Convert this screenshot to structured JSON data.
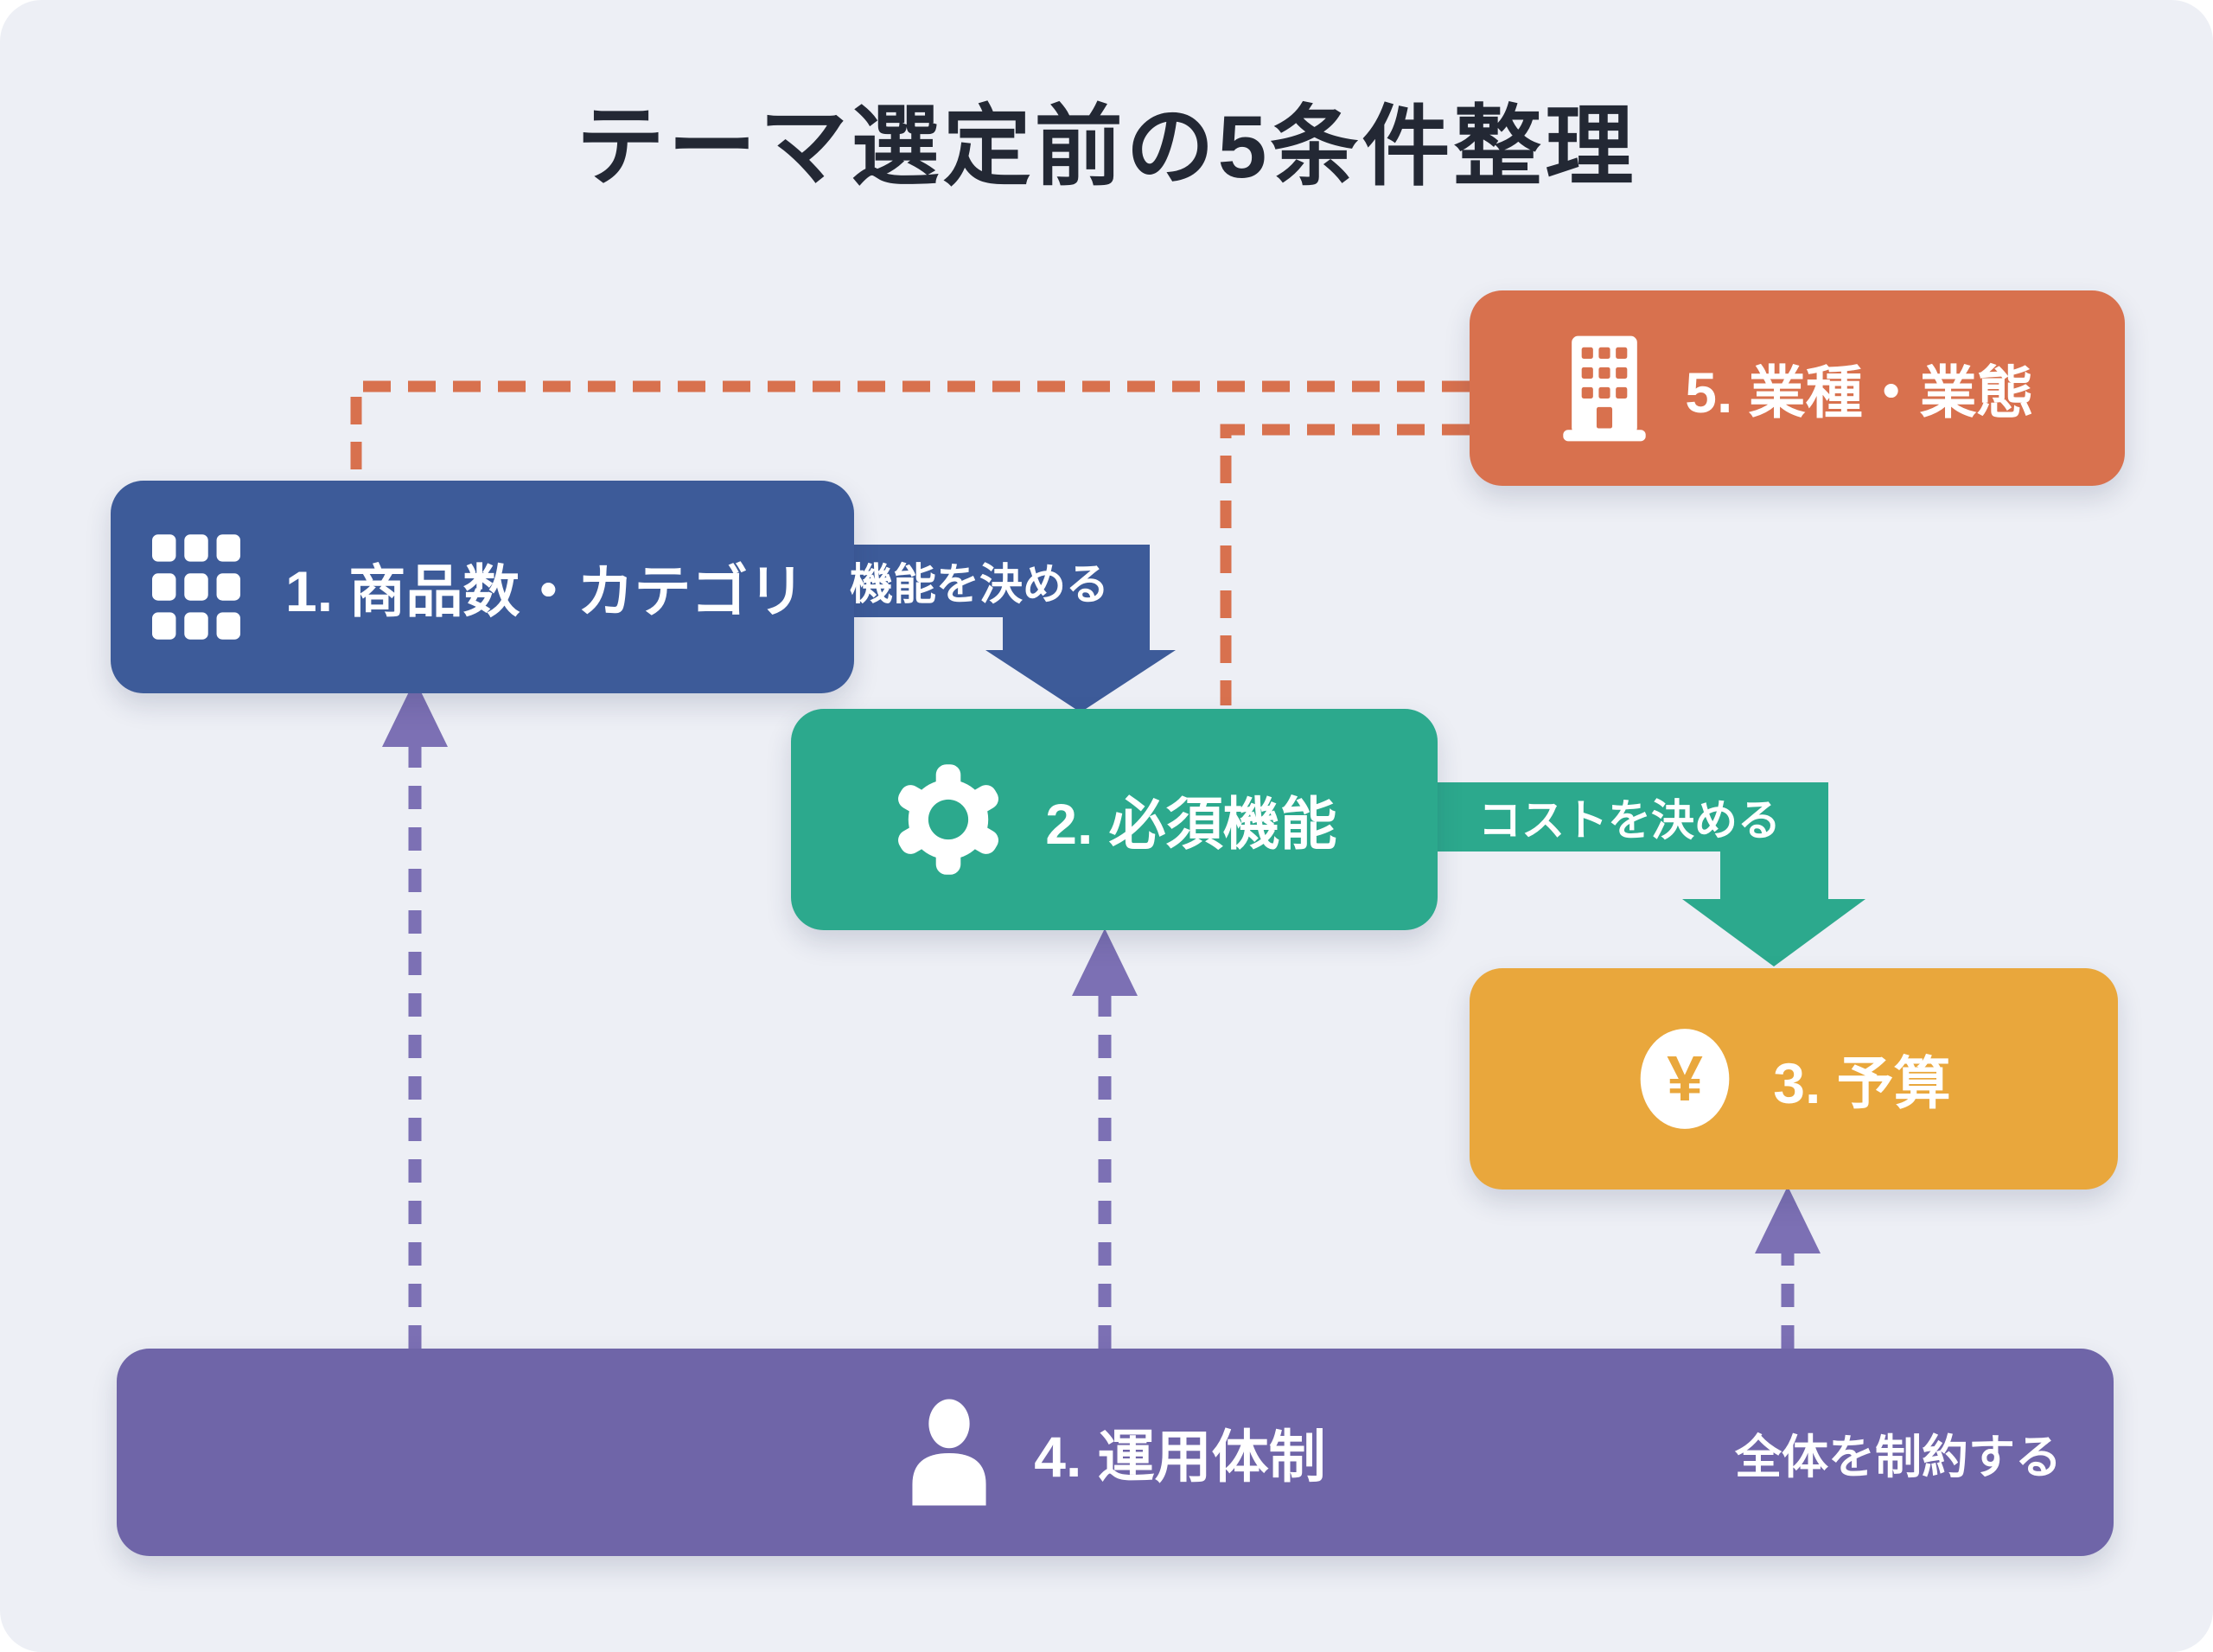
{
  "title": "テーマ選定前の5条件整理",
  "nodes": [
    {
      "id": "products",
      "label": "1. 商品数・カテゴリ",
      "icon": "grid-icon",
      "color": "#3D5B99"
    },
    {
      "id": "functions",
      "label": "2. 必須機能",
      "icon": "gear-icon",
      "color": "#2CA98D"
    },
    {
      "id": "budget",
      "label": "3. 予算",
      "icon": "yen-icon",
      "color": "#E9A73C"
    },
    {
      "id": "operations",
      "label": "4. 運用体制",
      "icon": "person-icon",
      "color": "#6F65A8"
    },
    {
      "id": "industry",
      "label": "5. 業種・業態",
      "icon": "building-icon",
      "color": "#D8714E"
    }
  ],
  "edges": [
    {
      "from": "products",
      "to": "functions",
      "label": "機能を決める",
      "style": "solid-arrow",
      "color": "#3D5B99"
    },
    {
      "from": "functions",
      "to": "budget",
      "label": "コストを決める",
      "style": "solid-arrow",
      "color": "#2CA98D"
    },
    {
      "from": "operations",
      "to": "products",
      "style": "dashed-arrow",
      "color": "#7C70B4"
    },
    {
      "from": "operations",
      "to": "functions",
      "style": "dashed-arrow",
      "color": "#7C70B4"
    },
    {
      "from": "operations",
      "to": "budget",
      "style": "dashed-arrow",
      "color": "#7C70B4"
    },
    {
      "from": "industry",
      "to": "products",
      "style": "dashed-line",
      "color": "#D8714E"
    },
    {
      "from": "industry",
      "to": "functions",
      "style": "dashed-line",
      "color": "#D8714E"
    }
  ],
  "annotations": {
    "operations_note": "全体を制約する"
  },
  "icons": {
    "yen_symbol": "¥"
  },
  "colors": {
    "background": "#EDEFF5",
    "title_text": "#232834",
    "label_text": "#FFFFFF"
  }
}
